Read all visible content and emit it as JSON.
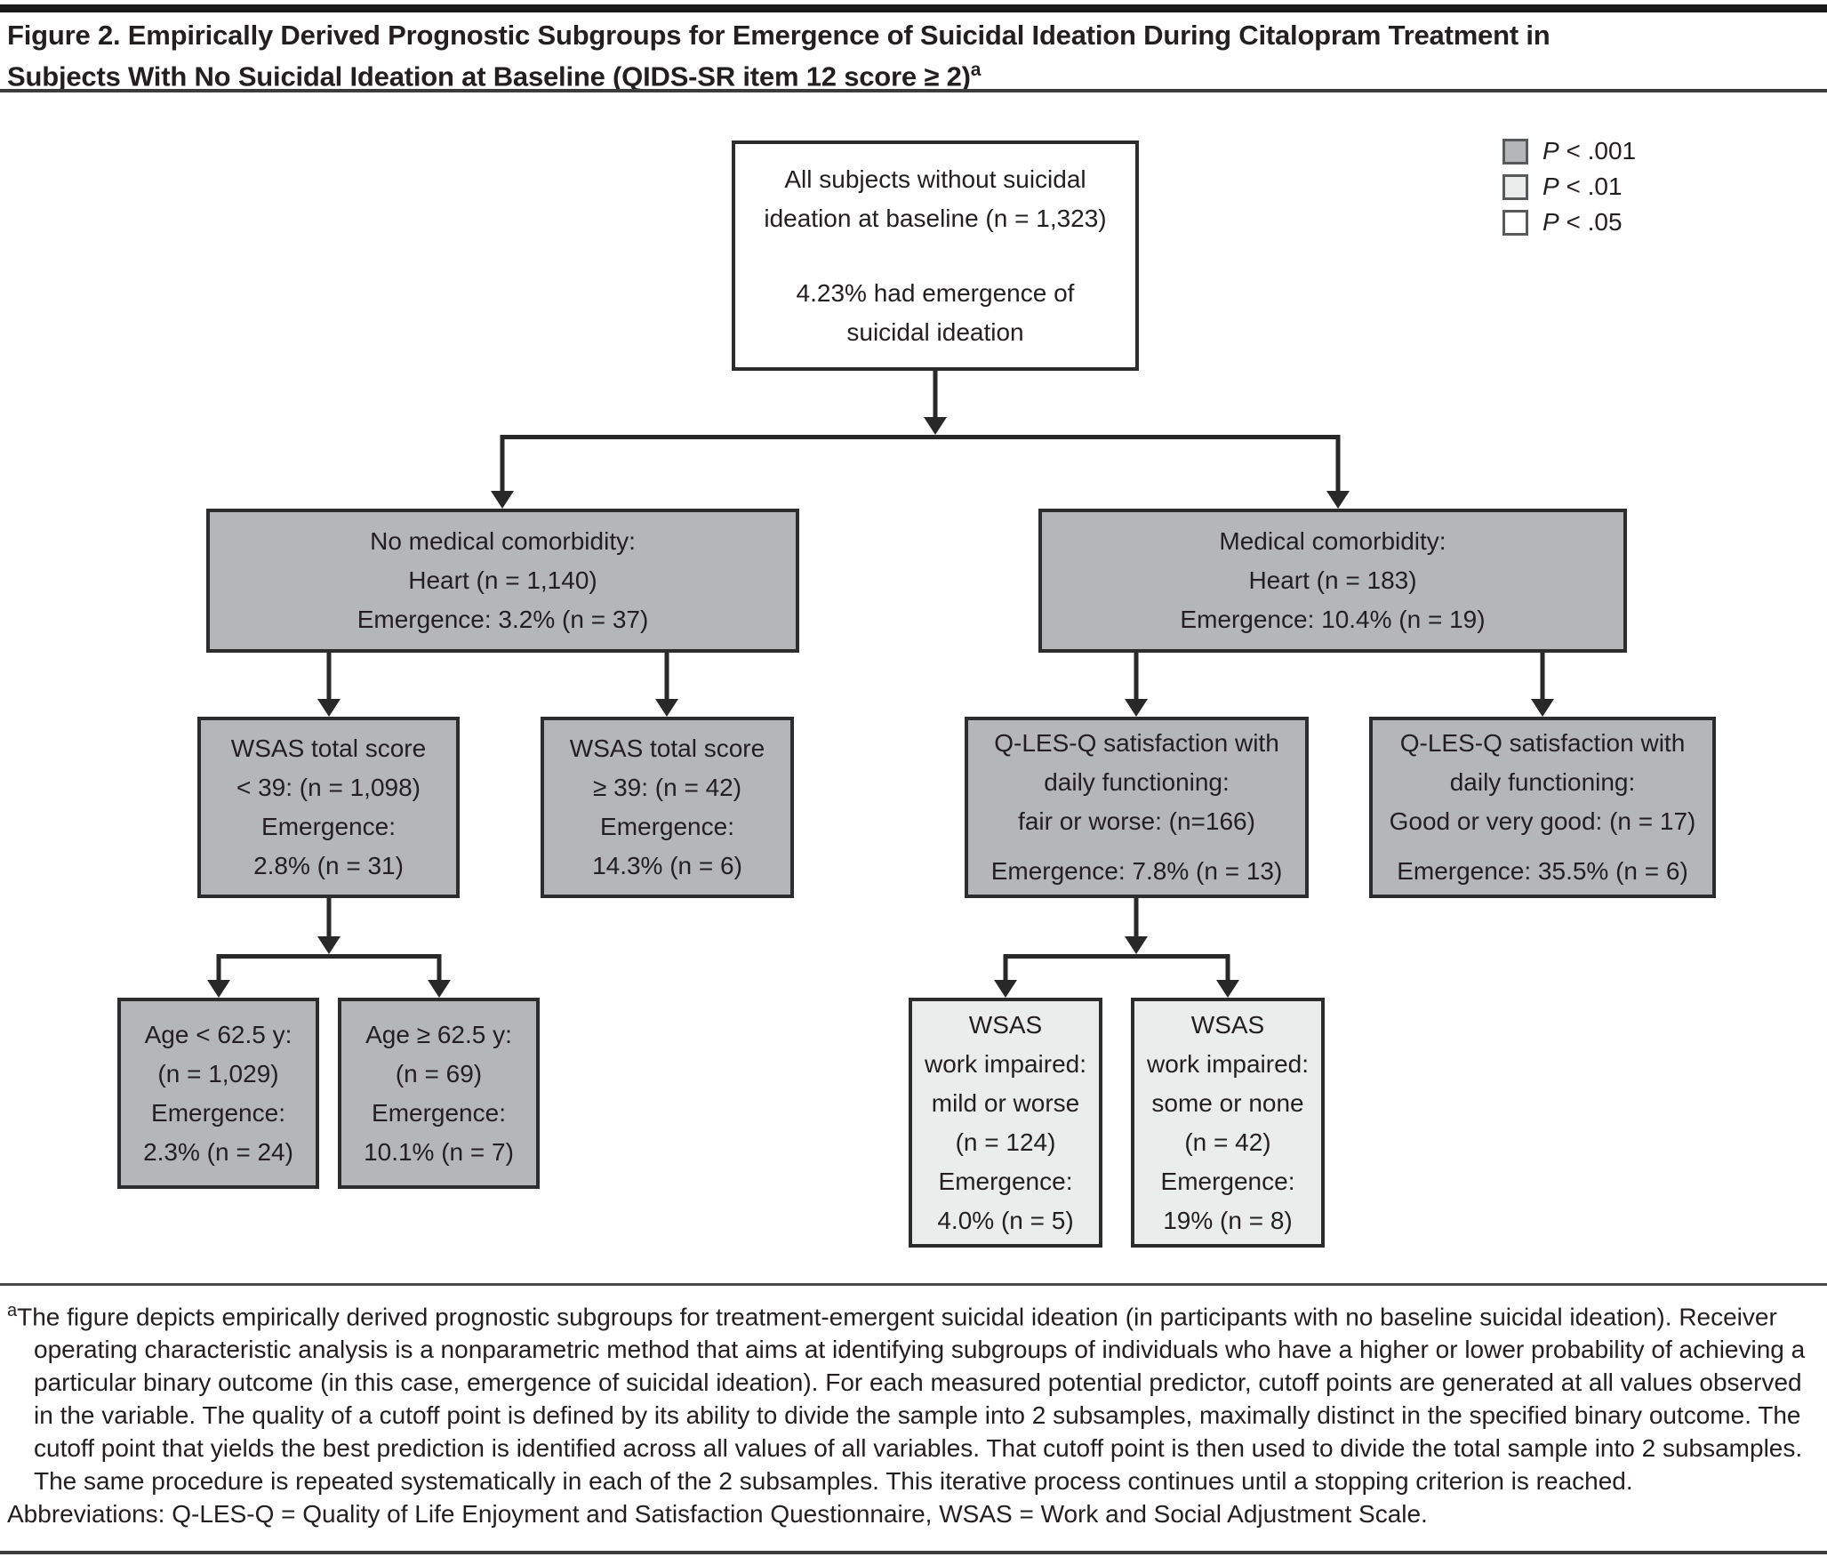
{
  "figure": {
    "title_line1": "Figure 2. Empirically Derived Prognostic Subgroups for Emergence of Suicidal Ideation During Citalopram Treatment in",
    "title_line2": "Subjects With No Suicidal Ideation at Baseline (QIDS-SR item 12 score ≥ 2)",
    "title_superscript": "a"
  },
  "legend": {
    "items": [
      {
        "p": "P",
        "rest": " < .001",
        "color": "#b5b6b8"
      },
      {
        "p": "P",
        "rest": " < .01",
        "color": "#ebecec"
      },
      {
        "p": "P",
        "rest": " < .05",
        "color": "#ffffff"
      }
    ]
  },
  "nodes": {
    "root": {
      "significance": "none",
      "lines": [
        "All subjects without suicidal",
        "ideation at baseline (n = 1,323)",
        "4.23% had emergence of",
        "suicidal ideation"
      ]
    },
    "no_comorbidity": {
      "significance": "P < .001",
      "lines": [
        "No medical comorbidity:",
        "Heart (n = 1,140)",
        "Emergence: 3.2% (n = 37)"
      ]
    },
    "comorbidity": {
      "significance": "P < .001",
      "lines": [
        "Medical comorbidity:",
        "Heart (n = 183)",
        "Emergence: 10.4% (n = 19)"
      ]
    },
    "wsas_lt39": {
      "significance": "P < .001",
      "lines": [
        "WSAS total score",
        "< 39: (n = 1,098)",
        "Emergence:",
        "2.8% (n = 31)"
      ]
    },
    "wsas_ge39": {
      "significance": "P < .001",
      "lines": [
        "WSAS total score",
        "≥ 39: (n = 42)",
        "Emergence:",
        "14.3% (n = 6)"
      ]
    },
    "qlesq_fair": {
      "significance": "P < .001",
      "lines": [
        "Q-LES-Q satisfaction with",
        "daily functioning:",
        "fair or worse: (n=166)",
        "Emergence: 7.8% (n = 13)"
      ]
    },
    "qlesq_good": {
      "significance": "P < .001",
      "lines": [
        "Q-LES-Q satisfaction with",
        "daily functioning:",
        "Good or very good: (n = 17)",
        "Emergence: 35.5% (n = 6)"
      ]
    },
    "age_lt": {
      "significance": "P < .001",
      "lines": [
        "Age < 62.5 y:",
        "(n = 1,029)",
        "Emergence:",
        "2.3% (n = 24)"
      ]
    },
    "age_ge": {
      "significance": "P < .001",
      "lines": [
        "Age ≥ 62.5 y:",
        "(n = 69)",
        "Emergence:",
        "10.1% (n = 7)"
      ]
    },
    "wsas_work_mild": {
      "significance": "P < .01",
      "lines": [
        "WSAS",
        "work impaired:",
        "mild or worse",
        "(n = 124)",
        "Emergence:",
        "4.0% (n = 5)"
      ]
    },
    "wsas_work_some": {
      "significance": "P < .01",
      "lines": [
        "WSAS",
        "work impaired:",
        "some or none",
        "(n = 42)",
        "Emergence:",
        "19% (n = 8)"
      ]
    }
  },
  "footnote": {
    "marker": "a",
    "text": "The figure depicts empirically derived prognostic subgroups for treatment-emergent suicidal ideation (in participants with no baseline suicidal ideation). Receiver operating characteristic analysis is a nonparametric method that aims at identifying subgroups of individuals who have a higher or lower probability of achieving a particular binary outcome (in this case, emergence of suicidal ideation). For each measured potential predictor, cutoff points are generated at all values observed in the variable. The quality of a cutoff point is defined by its ability to divide the sample into 2 subsamples, maximally distinct in the specified binary outcome. The cutoff point that yields the best prediction is identified across all values of all variables. That cutoff point is then used to divide the total sample into 2 subsamples. The same procedure is repeated systematically in each of the 2 subsamples. This iterative process continues until a stopping criterion is reached.",
    "abbreviations": "Abbreviations: Q-LES-Q = Quality of Life Enjoyment and Satisfaction Questionnaire, WSAS = Work and Social Adjustment Scale."
  },
  "colors": {
    "box_p001": "#b5b6b8",
    "box_p01": "#ebecec",
    "box_p05": "#ffffff",
    "box_border": "#2d2d2d",
    "connector": "#282828",
    "text": "#231f20",
    "rule": "#3c3c3c"
  }
}
